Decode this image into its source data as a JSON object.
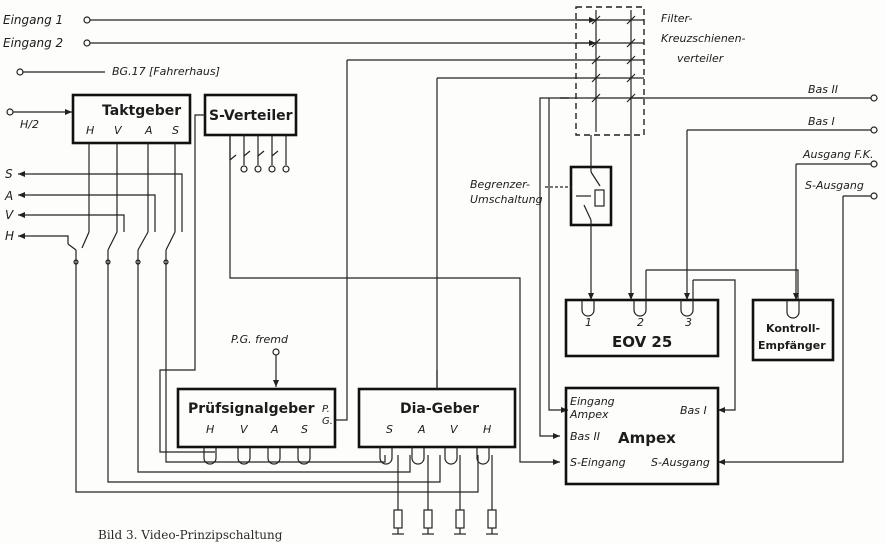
{
  "caption": "Bild 3. Video-Prinzipschaltung",
  "inputs": {
    "eingang1": "Eingang 1",
    "eingang2": "Eingang 2",
    "bg17": "BG.17 [Fahrerhaus]",
    "h2": "H/2"
  },
  "left_signals": [
    "S",
    "A",
    "V",
    "H"
  ],
  "taktgeber": {
    "title": "Taktgeber",
    "pins": [
      "H",
      "V",
      "A",
      "S"
    ]
  },
  "s_verteiler": {
    "title": "S-Verteiler"
  },
  "filter": {
    "line1": "Filter-",
    "line2": "Kreuzschienen-",
    "line3": "verteiler"
  },
  "begrenzer": {
    "line1": "Begrenzer-",
    "line2": "Umschaltung"
  },
  "outputs": {
    "bas2": "Bas II",
    "bas1": "Bas I",
    "ausgang_fk": "Ausgang F.K.",
    "s_ausgang": "S-Ausgang"
  },
  "eov": {
    "title": "EOV 25",
    "pins": [
      "1",
      "2",
      "3"
    ]
  },
  "kontroll": {
    "line1": "Kontroll-",
    "line2": "Empfänger"
  },
  "pg_fremd": "P.G. fremd",
  "pruefsignal": {
    "title": "Prüfsignalgeber",
    "pg1": "P.",
    "pg2": "G.",
    "pins": [
      "H",
      "V",
      "A",
      "S"
    ]
  },
  "dia": {
    "title": "Dia-Geber",
    "pins": [
      "S",
      "A",
      "V",
      "H"
    ]
  },
  "ampex": {
    "title": "Ampex",
    "eingang1": "Eingang",
    "eingang2": "Ampex",
    "bas2": "Bas II",
    "bas1": "Bas I",
    "s_eingang": "S-Eingang",
    "s_ausgang": "S-Ausgang"
  }
}
